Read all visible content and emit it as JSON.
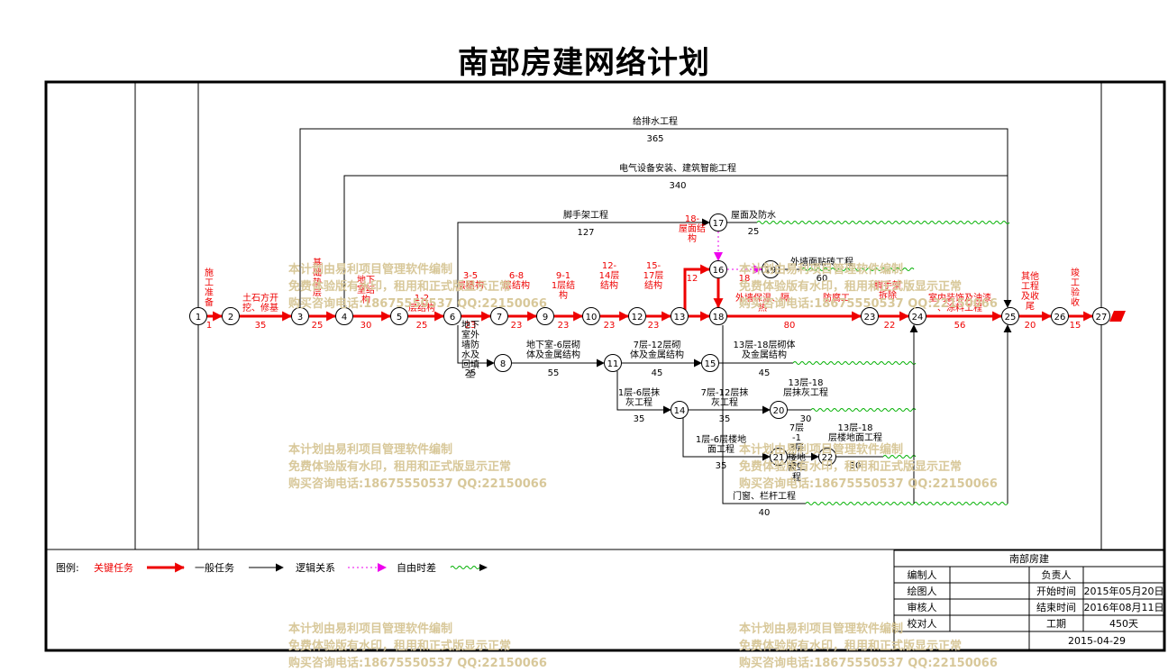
{
  "title": "南部房建网络计划",
  "nodes": [
    {
      "id": "1",
      "label": "1"
    },
    {
      "id": "2",
      "label": "2"
    },
    {
      "id": "3",
      "label": "3"
    },
    {
      "id": "4",
      "label": "4"
    },
    {
      "id": "5",
      "label": "5"
    },
    {
      "id": "6",
      "label": "6"
    },
    {
      "id": "7",
      "label": "7"
    },
    {
      "id": "8",
      "label": "8"
    },
    {
      "id": "9",
      "label": "9"
    },
    {
      "id": "10",
      "label": "10"
    },
    {
      "id": "11",
      "label": "11"
    },
    {
      "id": "12",
      "label": "12"
    },
    {
      "id": "13",
      "label": "13"
    },
    {
      "id": "14",
      "label": "14"
    },
    {
      "id": "15",
      "label": "15"
    },
    {
      "id": "16",
      "label": "16"
    },
    {
      "id": "17",
      "label": "17"
    },
    {
      "id": "18",
      "label": "18"
    },
    {
      "id": "19",
      "label": "19"
    },
    {
      "id": "20",
      "label": "20"
    },
    {
      "id": "21",
      "label": "21"
    },
    {
      "id": "22",
      "label": "22"
    },
    {
      "id": "23",
      "label": "23"
    },
    {
      "id": "24",
      "label": "24"
    },
    {
      "id": "25",
      "label": "25"
    },
    {
      "id": "26",
      "label": "26"
    },
    {
      "id": "27",
      "label": "27"
    }
  ],
  "tasks": [
    {
      "id": "t1",
      "name": "施工准备",
      "duration": "1",
      "type": "critical"
    },
    {
      "id": "t2",
      "name": "土石方开挖、修基",
      "duration": "35",
      "type": "critical"
    },
    {
      "id": "t3",
      "name": "基础垫层",
      "duration": "25",
      "type": "critical"
    },
    {
      "id": "t4",
      "name": "地下室结构",
      "duration": "30",
      "type": "critical"
    },
    {
      "id": "t5",
      "name": "1-2层结构",
      "duration": "25",
      "type": "critical"
    },
    {
      "id": "t6",
      "name": "3-5层结构",
      "duration": "23",
      "type": "critical"
    },
    {
      "id": "t7",
      "name": "6-8层结构",
      "duration": "23",
      "type": "critical"
    },
    {
      "id": "t8",
      "name": "9-11层结构",
      "duration": "23",
      "type": "critical"
    },
    {
      "id": "t9",
      "name": "12-14层结构",
      "duration": "23",
      "type": "critical"
    },
    {
      "id": "t10",
      "name": "15-17层结构",
      "duration": "23",
      "type": "critical"
    },
    {
      "id": "t11",
      "name": "18-屋面结构",
      "duration": "12",
      "type": "critical"
    },
    {
      "id": "t12",
      "name": "外墙保温、隔热",
      "duration": "80",
      "type": "critical"
    },
    {
      "id": "t13",
      "name": "脚手架拆除",
      "duration": "22",
      "type": "critical"
    },
    {
      "id": "t14",
      "name": "室内装饰及油漆、涂料工程",
      "duration": "56",
      "type": "critical"
    },
    {
      "id": "t15",
      "name": "其他工程及收尾",
      "duration": "20",
      "type": "critical"
    },
    {
      "id": "t16",
      "name": "竣工验收",
      "duration": "15",
      "type": "critical"
    },
    {
      "id": "t17",
      "name": "给排水工程",
      "duration": "365",
      "type": "normal"
    },
    {
      "id": "t18",
      "name": "电气设备安装、建筑智能工程",
      "duration": "340",
      "type": "normal"
    },
    {
      "id": "t19",
      "name": "脚手架工程",
      "duration": "127",
      "type": "normal"
    },
    {
      "id": "t20",
      "name": "地下室外墙防水及回填土",
      "duration": "25",
      "type": "normal"
    },
    {
      "id": "t21",
      "name": "地下室-6层砌体及金属结构",
      "duration": "55",
      "type": "normal"
    },
    {
      "id": "t22",
      "name": "7层-12层砌体及金属结构",
      "duration": "45",
      "type": "normal"
    },
    {
      "id": "t23",
      "name": "13层-18层砌体及金属结构",
      "duration": "45",
      "type": "normal"
    },
    {
      "id": "t24",
      "name": "1层-6层抹灰工程",
      "duration": "35",
      "type": "normal"
    },
    {
      "id": "t25",
      "name": "7层-12层抹灰工程",
      "duration": "35",
      "type": "normal"
    },
    {
      "id": "t26",
      "name": "13层-18层抹灰工程",
      "duration": "30",
      "type": "normal"
    },
    {
      "id": "t27",
      "name": "1层-6层楼地面工程",
      "duration": "35",
      "type": "normal"
    },
    {
      "id": "t28",
      "name": "7层-13层楼地面工程",
      "duration": "30",
      "type": "normal"
    },
    {
      "id": "t29",
      "name": "13层-18层楼地面工程",
      "duration": "30",
      "type": "normal"
    },
    {
      "id": "t30",
      "name": "门窗、栏杆工程",
      "duration": "40",
      "type": "normal"
    },
    {
      "id": "t31",
      "name": "屋面及防水",
      "duration": "25",
      "type": "normal"
    },
    {
      "id": "t32",
      "name": "外墙面贴砖工程",
      "duration": "60",
      "type": "normal"
    },
    {
      "id": "t33",
      "name": "防腐工",
      "duration": "",
      "type": "normal"
    },
    {
      "id": "t34",
      "name": "",
      "duration": "18",
      "type": "normal"
    }
  ],
  "legend": {
    "label": "图例:",
    "critical": "关键任务",
    "normal": "一般任务",
    "logic": "逻辑关系",
    "free_float": "自由时差"
  },
  "info_box": {
    "project": "南部房建",
    "rows": [
      {
        "label": "编制人",
        "value": "",
        "label2": "负责人",
        "value2": ""
      },
      {
        "label": "绘图人",
        "value": "",
        "label2": "开始时间",
        "value2": "2015年05月20日"
      },
      {
        "label": "审核人",
        "value": "",
        "label2": "结束时间",
        "value2": "2016年08月11日"
      },
      {
        "label": "校对人",
        "value": "",
        "label2": "工期",
        "value2": "450天"
      }
    ],
    "date": "2015-04-29"
  },
  "watermark": {
    "line1": "本计划由易利项目管理软件编制",
    "line2": "免费体验版有水印，租用和正式版显示正常",
    "line3": "购买咨询电话:18675550537 QQ:22150066"
  },
  "colors": {
    "critical": "#ee0000",
    "normal": "#000000",
    "free_float": "#ee00ee",
    "float_wave": "#00b000",
    "watermark": "#d8c89a"
  }
}
